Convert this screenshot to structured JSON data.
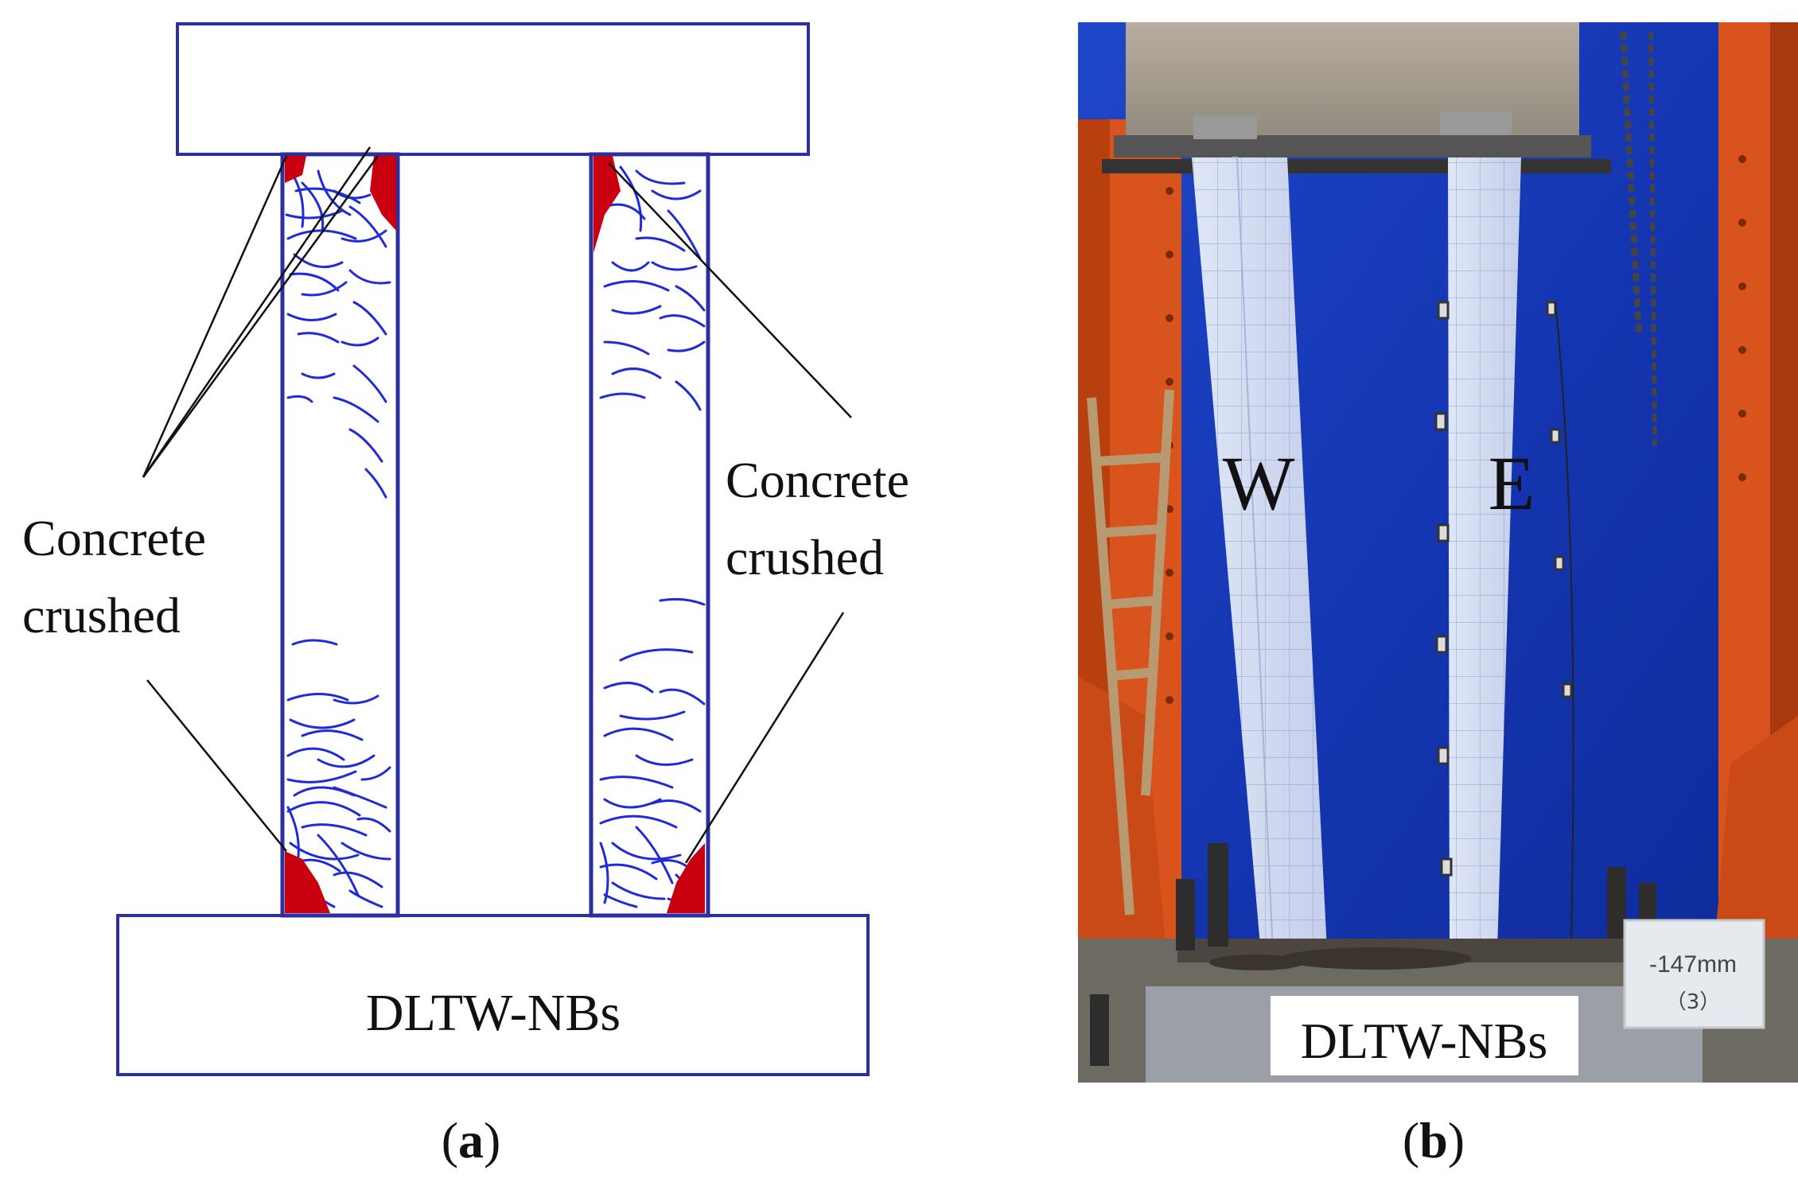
{
  "panel_a": {
    "caption_letter": "a",
    "specimen_label": "DLTW-NBs",
    "left_callout": [
      "Concrete",
      "crushed"
    ],
    "right_callout": [
      "Concrete",
      "crushed"
    ]
  },
  "panel_b": {
    "caption_letter": "b",
    "specimen_label": "DLTW-NBs",
    "wall_w_label": "W",
    "wall_e_label": "E",
    "sign_line1": "-147mm",
    "sign_line2": "（3）"
  },
  "colors": {
    "outline": "#2b2fa0",
    "crack": "#1f2bd6",
    "crush": "#c8000f",
    "background_blue": "#1638b8",
    "frame_orange": "#d9541c"
  }
}
